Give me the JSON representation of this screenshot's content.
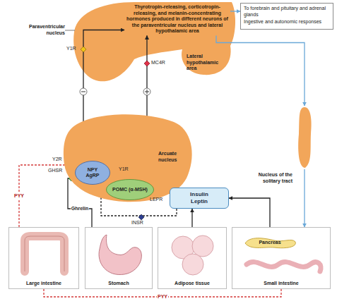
{
  "diagram": {
    "nodes": [
      {
        "text": [
          "Thyrotropin-releasing, corticotropin-releasing, and melanin-concentrating hormones produced in different neurons of the paraventricular nucleus and lateral hypothalamic area"
        ]
      },
      {
        "text": [
          "To forebrain and pituitary and adrenal glands",
          "Ingestive and autonomic responses"
        ]
      },
      {
        "text": [
          "Arcuate nucleus"
        ]
      },
      {
        "text": [
          "NPY",
          "AgRP"
        ],
        "in": 2
      },
      {
        "text": [
          "POMC (α-MSH)"
        ],
        "in": 2
      },
      {
        "text": [
          "Insulin",
          "Leptin"
        ]
      },
      {
        "text": [
          "Nucleus of the solitary tract"
        ]
      },
      {
        "text": [
          "Large intestine"
        ]
      },
      {
        "text": [
          "Stomach"
        ]
      },
      {
        "text": [
          "Adipose tissue"
        ]
      },
      {
        "text": [
          "Small intestine"
        ]
      },
      {
        "text": [
          "Pancreas"
        ],
        "in": 10
      }
    ],
    "edges": [
      {
        "from": 3,
        "to": 0,
        "arrow": "to"
      },
      {
        "from": 4,
        "to": 0,
        "arrow": "to"
      },
      {
        "from": 3,
        "to": 4,
        "arrow": "to"
      },
      {
        "from": 0,
        "to": 1,
        "arrow": "to"
      },
      {
        "from": 0,
        "to": 6,
        "arrow": "to"
      },
      {
        "from": 8,
        "to": 3,
        "label": "Ghrelin",
        "arrow": "to"
      },
      {
        "from": 7,
        "to": 3,
        "label": "PYY",
        "arrow": "to"
      },
      {
        "from": 9,
        "to": 5,
        "arrow": "to"
      },
      {
        "from": 11,
        "to": 5,
        "arrow": "to"
      },
      {
        "from": 5,
        "to": 4,
        "arrow": "to"
      },
      {
        "from": 5,
        "to": 3,
        "arrow": "to"
      },
      {
        "from": 10,
        "to": 7,
        "label": "PYY",
        "arrow": "none"
      },
      {
        "from": 6,
        "to": 10,
        "arrow": "to"
      }
    ],
    "labels": [
      "Paraventricular nucleus",
      "Lateral hypothalamic area",
      "Y1R",
      "MC4R",
      "Y2R",
      "GHSR",
      "Y1R",
      "LEPR",
      "INSR"
    ]
  }
}
